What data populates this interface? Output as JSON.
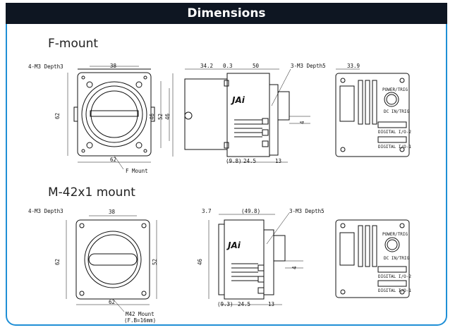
{
  "header": {
    "title": "Dimensions"
  },
  "fmount": {
    "title": "F-mount",
    "front": {
      "screw_note": "4-M3 Depth3",
      "top_width": "38",
      "height": "62",
      "bottom_width": "62",
      "right_dim": "46",
      "right_dim2": "52",
      "mount_label": "F Mount"
    },
    "side": {
      "d1": "34.2",
      "d2": "0.3",
      "d3": "50",
      "screw_note": "3-M3 Depth5",
      "b1": "(9.8)",
      "b2": "24.5",
      "b3": "13",
      "h": "46",
      "r": "4"
    },
    "rear": {
      "width": "33.9",
      "power": "POWER/TRIG",
      "dcin": "DC IN/TRIG",
      "dio2": "DIGITAL I/O-2",
      "dio1": "DIGITAL I/O-1"
    }
  },
  "m42mount": {
    "title": "M-42x1 mount",
    "front": {
      "screw_note": "4-M3 Depth3",
      "top_width": "38",
      "height": "62",
      "right_dim": "52",
      "bottom_width": "62",
      "mount_label": "M42 Mount",
      "flange": "(F.B=16mm)"
    },
    "side": {
      "d1": "3.7",
      "d2": "(49.8)",
      "screw_note": "3-M3 Depth5",
      "b1": "(9.3)",
      "b2": "24.5",
      "b3": "13",
      "h": "46",
      "r": "4"
    },
    "rear": {
      "power": "POWER/TRIG",
      "dcin": "DC IN/TRIG",
      "dio2": "DIGITAL I/O-2",
      "dio1": "DIGITAL I/O-1"
    }
  },
  "logo_text": "JAi",
  "colors": {
    "header_bg": "#0e1622",
    "frame": "#1f8fd6"
  }
}
